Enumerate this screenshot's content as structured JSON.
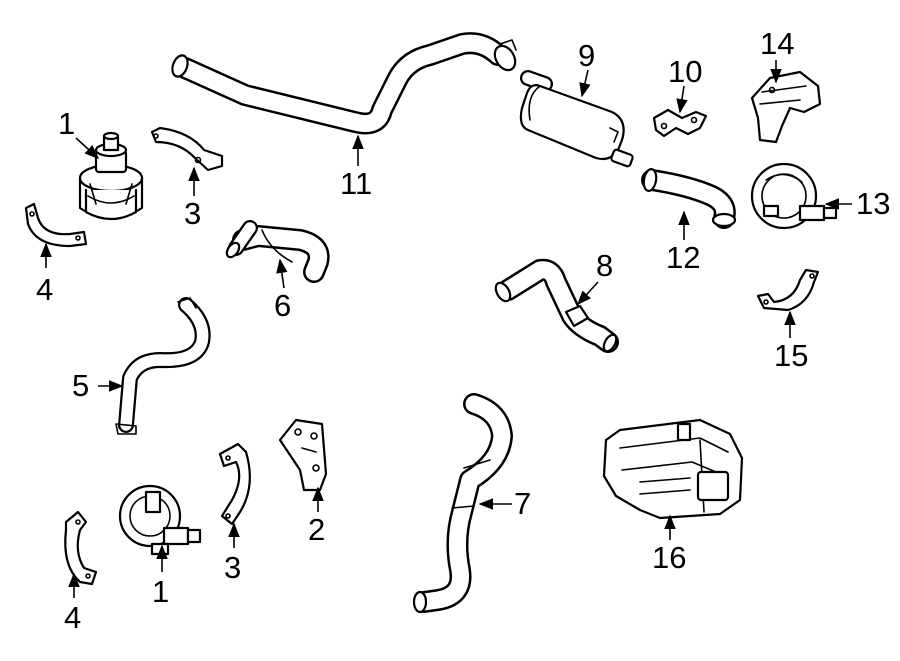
{
  "diagram": {
    "callouts": {
      "c1a": "1",
      "c1b": "1",
      "c2": "2",
      "c3a": "3",
      "c3b": "3",
      "c4a": "4",
      "c4b": "4",
      "c5": "5",
      "c6": "6",
      "c7": "7",
      "c8": "8",
      "c9": "9",
      "c10": "10",
      "c11": "11",
      "c12": "12",
      "c13": "13",
      "c14": "14",
      "c15": "15",
      "c16": "16"
    }
  }
}
